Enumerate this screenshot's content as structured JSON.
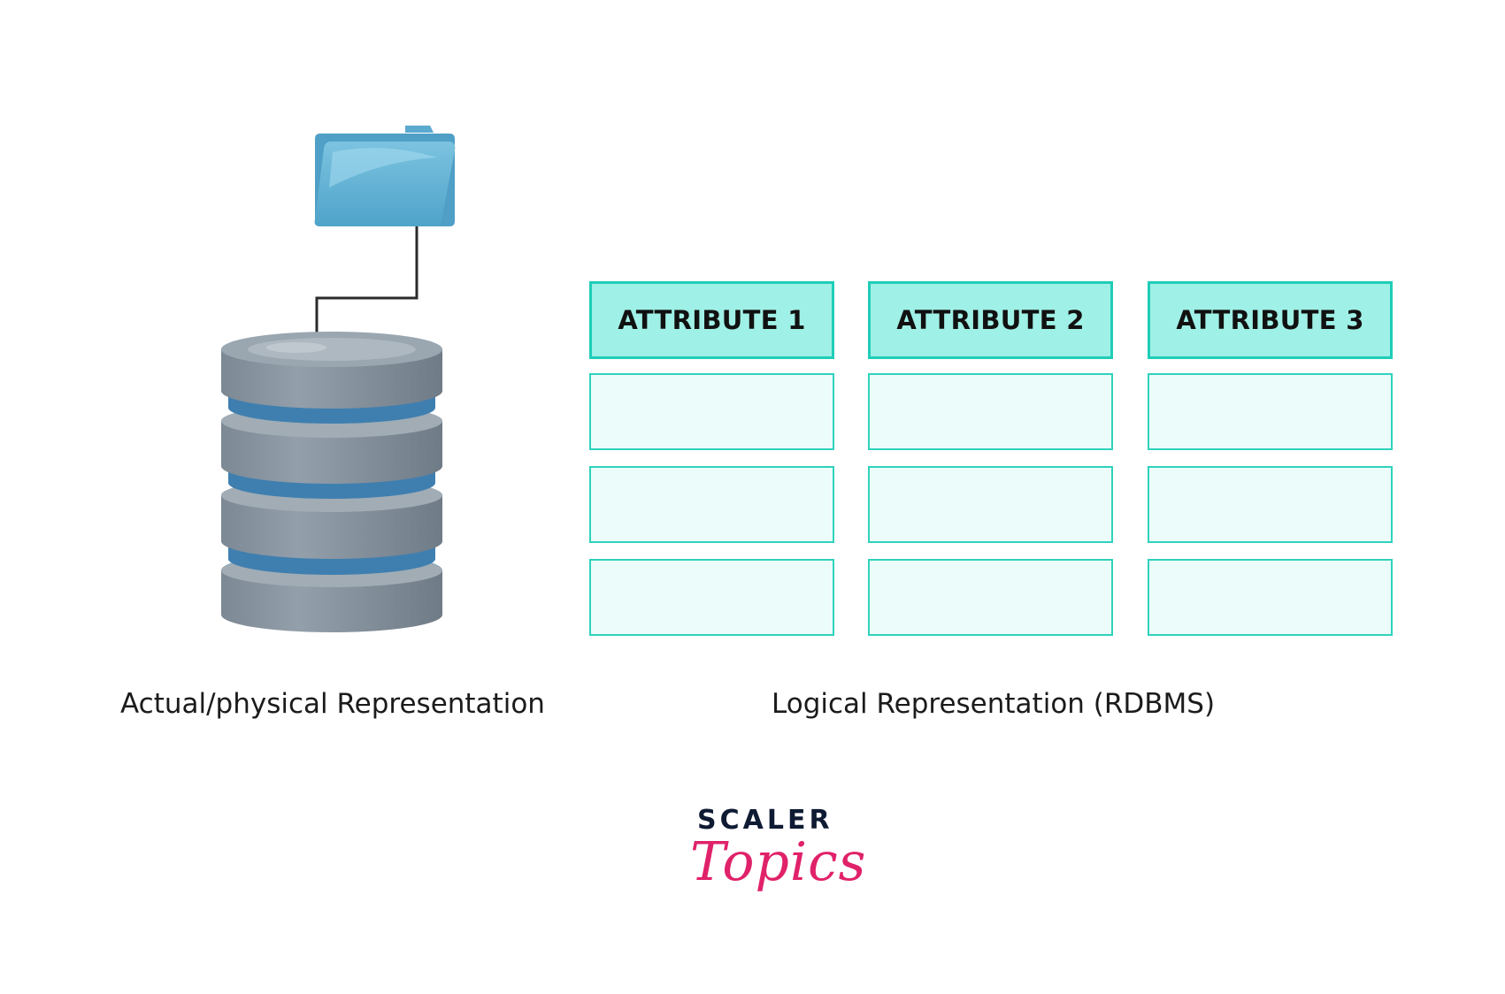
{
  "icons": {
    "folder": "folder-icon",
    "database": "database-icon",
    "connector": "connector-line"
  },
  "colors": {
    "header_fill": "#9ff0e6",
    "header_border": "#1fcdb8",
    "cell_fill": "#ebfcfa",
    "folder_blue": "#5fb0d3",
    "disk_gray": "#8a96a0",
    "band_blue": "#3f7fb0",
    "logo_dark": "#0f1b33",
    "logo_pink": "#e0226a"
  },
  "table": {
    "headers": [
      "ATTRIBUTE 1",
      "ATTRIBUTE 2",
      "ATTRIBUTE 3"
    ],
    "rows": [
      [
        "",
        "",
        ""
      ],
      [
        "",
        "",
        ""
      ],
      [
        "",
        "",
        ""
      ]
    ]
  },
  "captions": {
    "physical": "Actual/physical Representation",
    "logical": "Logical Representation (RDBMS)"
  },
  "logo": {
    "line1": "SCALER",
    "line2": "Topics"
  }
}
